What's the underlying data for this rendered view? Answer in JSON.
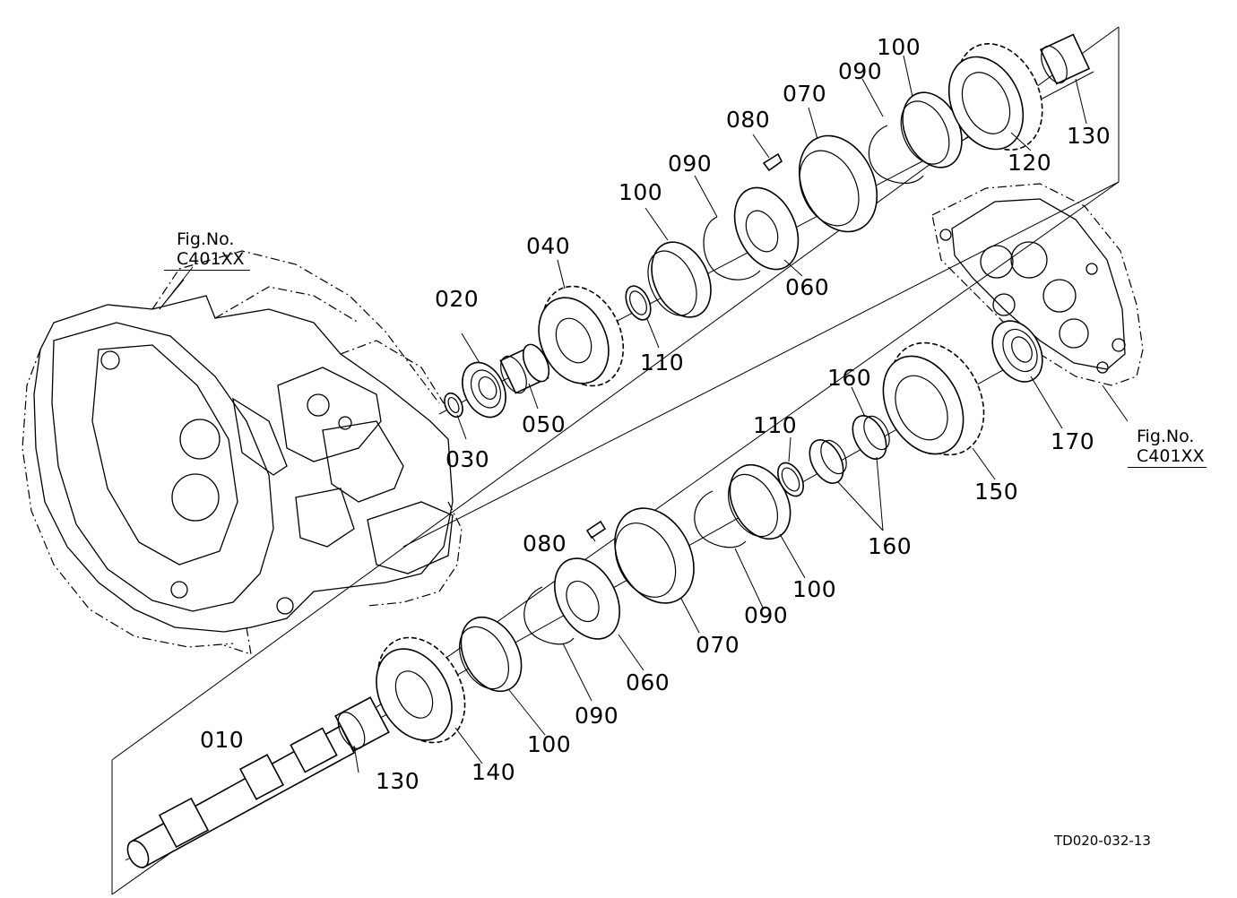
{
  "drawing_code": "TD020-032-13",
  "fig_refs": [
    {
      "key": "left",
      "caption": "Fig.No.",
      "ref": "C401XX"
    },
    {
      "key": "right",
      "caption": "Fig.No.",
      "ref": "C401XX"
    }
  ],
  "upper_labels": [
    "020",
    "030",
    "040",
    "050",
    "110",
    "100",
    "090",
    "080",
    "060",
    "070",
    "090",
    "100",
    "120",
    "130"
  ],
  "lower_labels": [
    "010",
    "130",
    "140",
    "100",
    "090",
    "080",
    "060",
    "070",
    "090",
    "100",
    "110",
    "160",
    "160",
    "150",
    "170"
  ]
}
